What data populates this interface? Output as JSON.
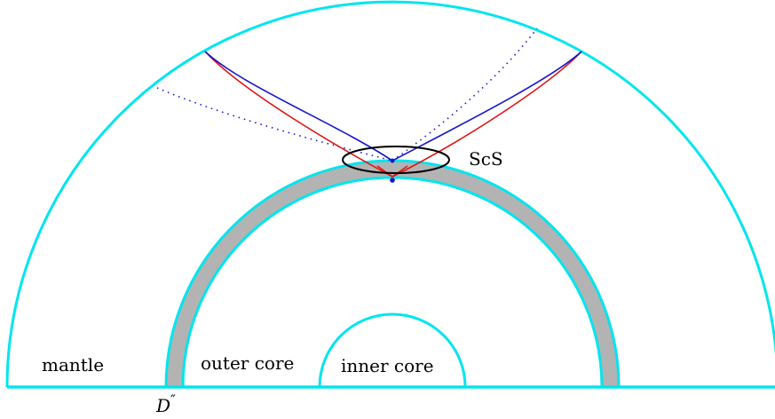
{
  "labels": {
    "scs": "ScS",
    "mantle": "mantle",
    "outer_core": "outer core",
    "inner_core": "inner core",
    "dpp_letter": "D",
    "dpp_primes": "″"
  },
  "colors": {
    "boundary": "#00e5ee",
    "d_double_prime_layer": "#b3b3b3",
    "ray_blue": "#1515cc",
    "ray_red": "#e01010",
    "ellipse": "#000000"
  }
}
